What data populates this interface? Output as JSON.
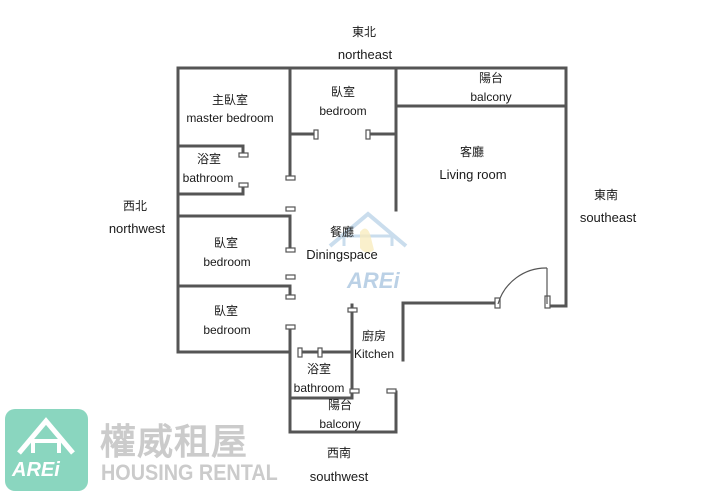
{
  "compass": {
    "north_zh": "東北",
    "north_en": "northeast",
    "west_zh": "西北",
    "west_en": "northwest",
    "east_zh": "東南",
    "east_en": "southeast",
    "south_zh": "西南",
    "south_en": "southwest"
  },
  "rooms": {
    "master_bedroom": {
      "zh": "主臥室",
      "en": "master bedroom"
    },
    "bathroom_upper": {
      "zh": "浴室",
      "en": "bathroom"
    },
    "bedroom_top": {
      "zh": "臥室",
      "en": "bedroom"
    },
    "balcony_top": {
      "zh": "陽台",
      "en": "balcony"
    },
    "living_room": {
      "zh": "客廳",
      "en": "Living room"
    },
    "dining": {
      "zh": "餐廳",
      "en": "Diningspace"
    },
    "bedroom_mid": {
      "zh": "臥室",
      "en": "bedroom"
    },
    "bedroom_low": {
      "zh": "臥室",
      "en": "bedroom"
    },
    "kitchen": {
      "zh": "廚房",
      "en": "Kitchen"
    },
    "bathroom_lower": {
      "zh": "浴室",
      "en": "bathroom"
    },
    "balcony_bottom": {
      "zh": "陽台",
      "en": "balcony"
    }
  },
  "watermark": {
    "logo_text": "AREi",
    "brand_zh": "權威租屋",
    "brand_en": "HOUSING RENTAL",
    "center_logo_text": "AREi"
  },
  "colors": {
    "wall": "#555555",
    "watermark_green": "#8ad6bf",
    "watermark_gray": "#cbcbcb"
  }
}
